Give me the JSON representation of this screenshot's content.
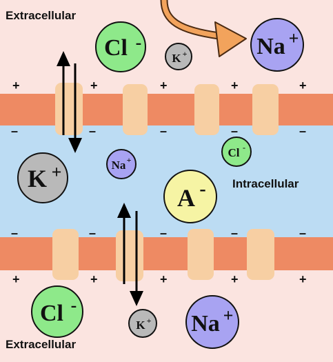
{
  "labels": {
    "extracellular_top": "Extracellular",
    "extracellular_bottom": "Extracellular",
    "intracellular": "Intracellular"
  },
  "charges": {
    "outer": "+",
    "inner": "–"
  },
  "ions": {
    "cl_top": {
      "symbol": "Cl",
      "sup": "-"
    },
    "k_small_top": {
      "symbol": "K",
      "sup": "+"
    },
    "na_top": {
      "symbol": "Na",
      "sup": "+"
    },
    "k_large": {
      "symbol": "K",
      "sup": "+"
    },
    "na_small": {
      "symbol": "Na",
      "sup": "+"
    },
    "cl_small": {
      "symbol": "Cl",
      "sup": "-"
    },
    "anion": {
      "symbol": "A",
      "sup": "-"
    },
    "cl_bottom": {
      "symbol": "Cl",
      "sup": "-"
    },
    "k_small_bottom": {
      "symbol": "K",
      "sup": "+"
    },
    "na_bottom": {
      "symbol": "Na",
      "sup": "+"
    }
  },
  "colors": {
    "background": "#fbe4e0",
    "cytoplasm": "#bcdcf3",
    "membrane": "#ee8a63",
    "channel": "#f7cfa3",
    "chloride": "#8ee98a",
    "sodium": "#a8a3f2",
    "potassium": "#b9b9b9",
    "anion": "#f6f4a4",
    "curved_arrow": "#f2a35c"
  }
}
